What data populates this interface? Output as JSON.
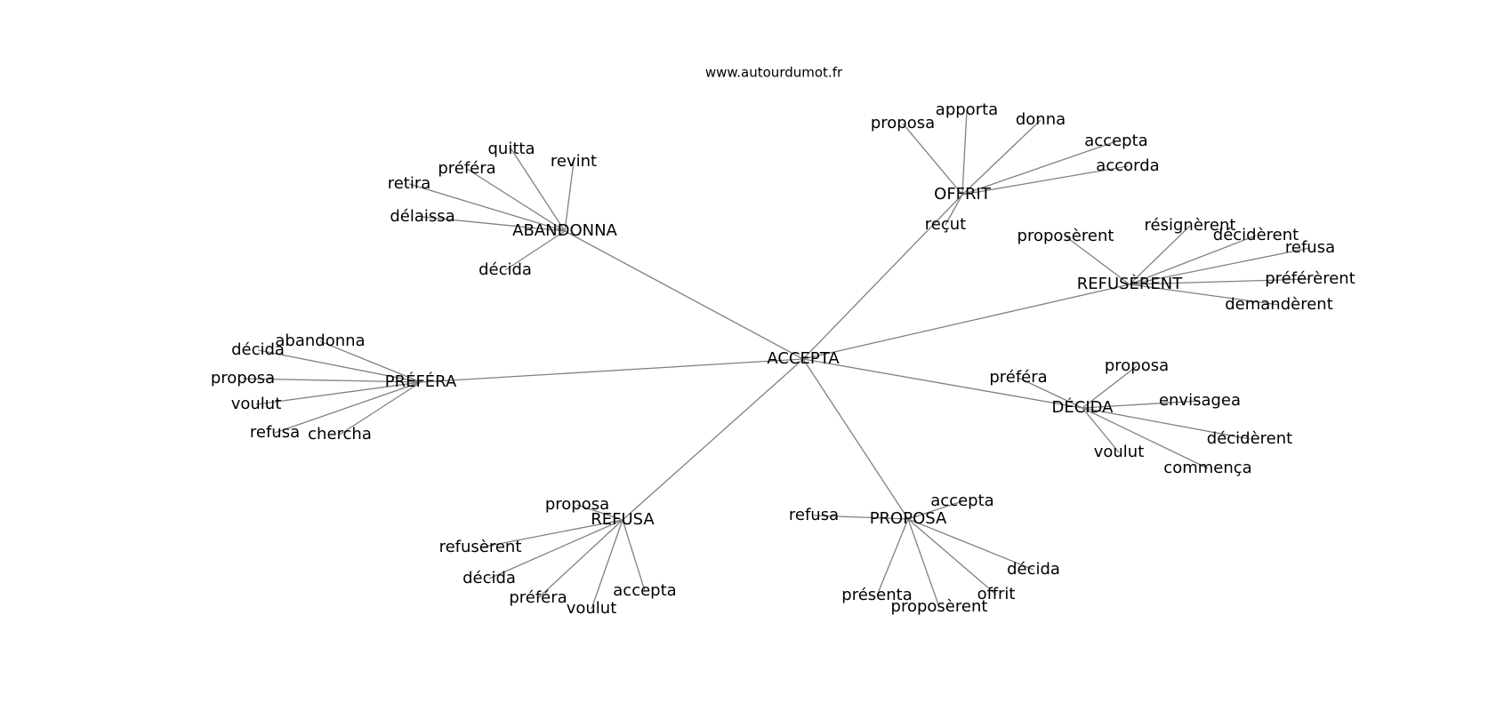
{
  "site": "www.autourdumot.fr",
  "style": {
    "edge_color": "#808080",
    "text_color": "#000000",
    "background": "#ffffff"
  },
  "graph": {
    "center": "ACCEPTA",
    "hubs": [
      {
        "label": "ABANDONNA",
        "leaves": [
          "quitta",
          "revint",
          "préféra",
          "retira",
          "délaissa",
          "décida"
        ]
      },
      {
        "label": "OFFRIT",
        "leaves": [
          "proposa",
          "apporta",
          "donna",
          "accepta",
          "accorda",
          "reçut"
        ]
      },
      {
        "label": "REFUSÈRENT",
        "leaves": [
          "proposèrent",
          "résignèrent",
          "décidèrent",
          "refusa",
          "préférèrent",
          "demandèrent"
        ]
      },
      {
        "label": "PRÉFÉRA",
        "leaves": [
          "abandonna",
          "décida",
          "proposa",
          "voulut",
          "refusa",
          "chercha"
        ]
      },
      {
        "label": "DÉCIDA",
        "leaves": [
          "préféra",
          "proposa",
          "envisagea",
          "décidèrent",
          "voulut",
          "commença"
        ]
      },
      {
        "label": "REFUSA",
        "leaves": [
          "proposa",
          "refusèrent",
          "décida",
          "préféra",
          "voulut",
          "accepta"
        ]
      },
      {
        "label": "PROPOSA",
        "leaves": [
          "refusa",
          "accepta",
          "décida",
          "présenta",
          "proposèrent",
          "offrit"
        ]
      }
    ]
  }
}
